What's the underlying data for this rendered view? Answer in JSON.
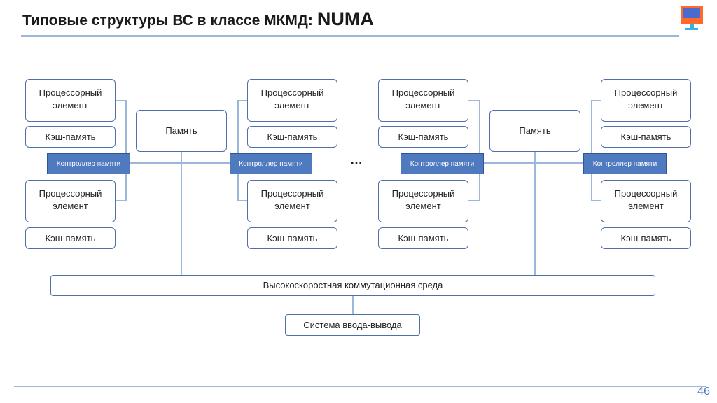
{
  "title": {
    "main": "Типовые  структуры ВС в классе МКМД:",
    "suffix": "NUMA"
  },
  "diagram": {
    "processor": "Процессорный элемент",
    "cache": "Кэш-память",
    "memory": "Память",
    "controller": "Контроллер памяти",
    "ellipsis": "…",
    "switch": "Высокоскоростная коммутационная среда",
    "io": "Система ввода-вывода"
  },
  "page_number": "46",
  "icons": {
    "logo": "monitor-icon"
  },
  "colors": {
    "accent": "#4f7ac0",
    "line": "#9bb7d9"
  }
}
